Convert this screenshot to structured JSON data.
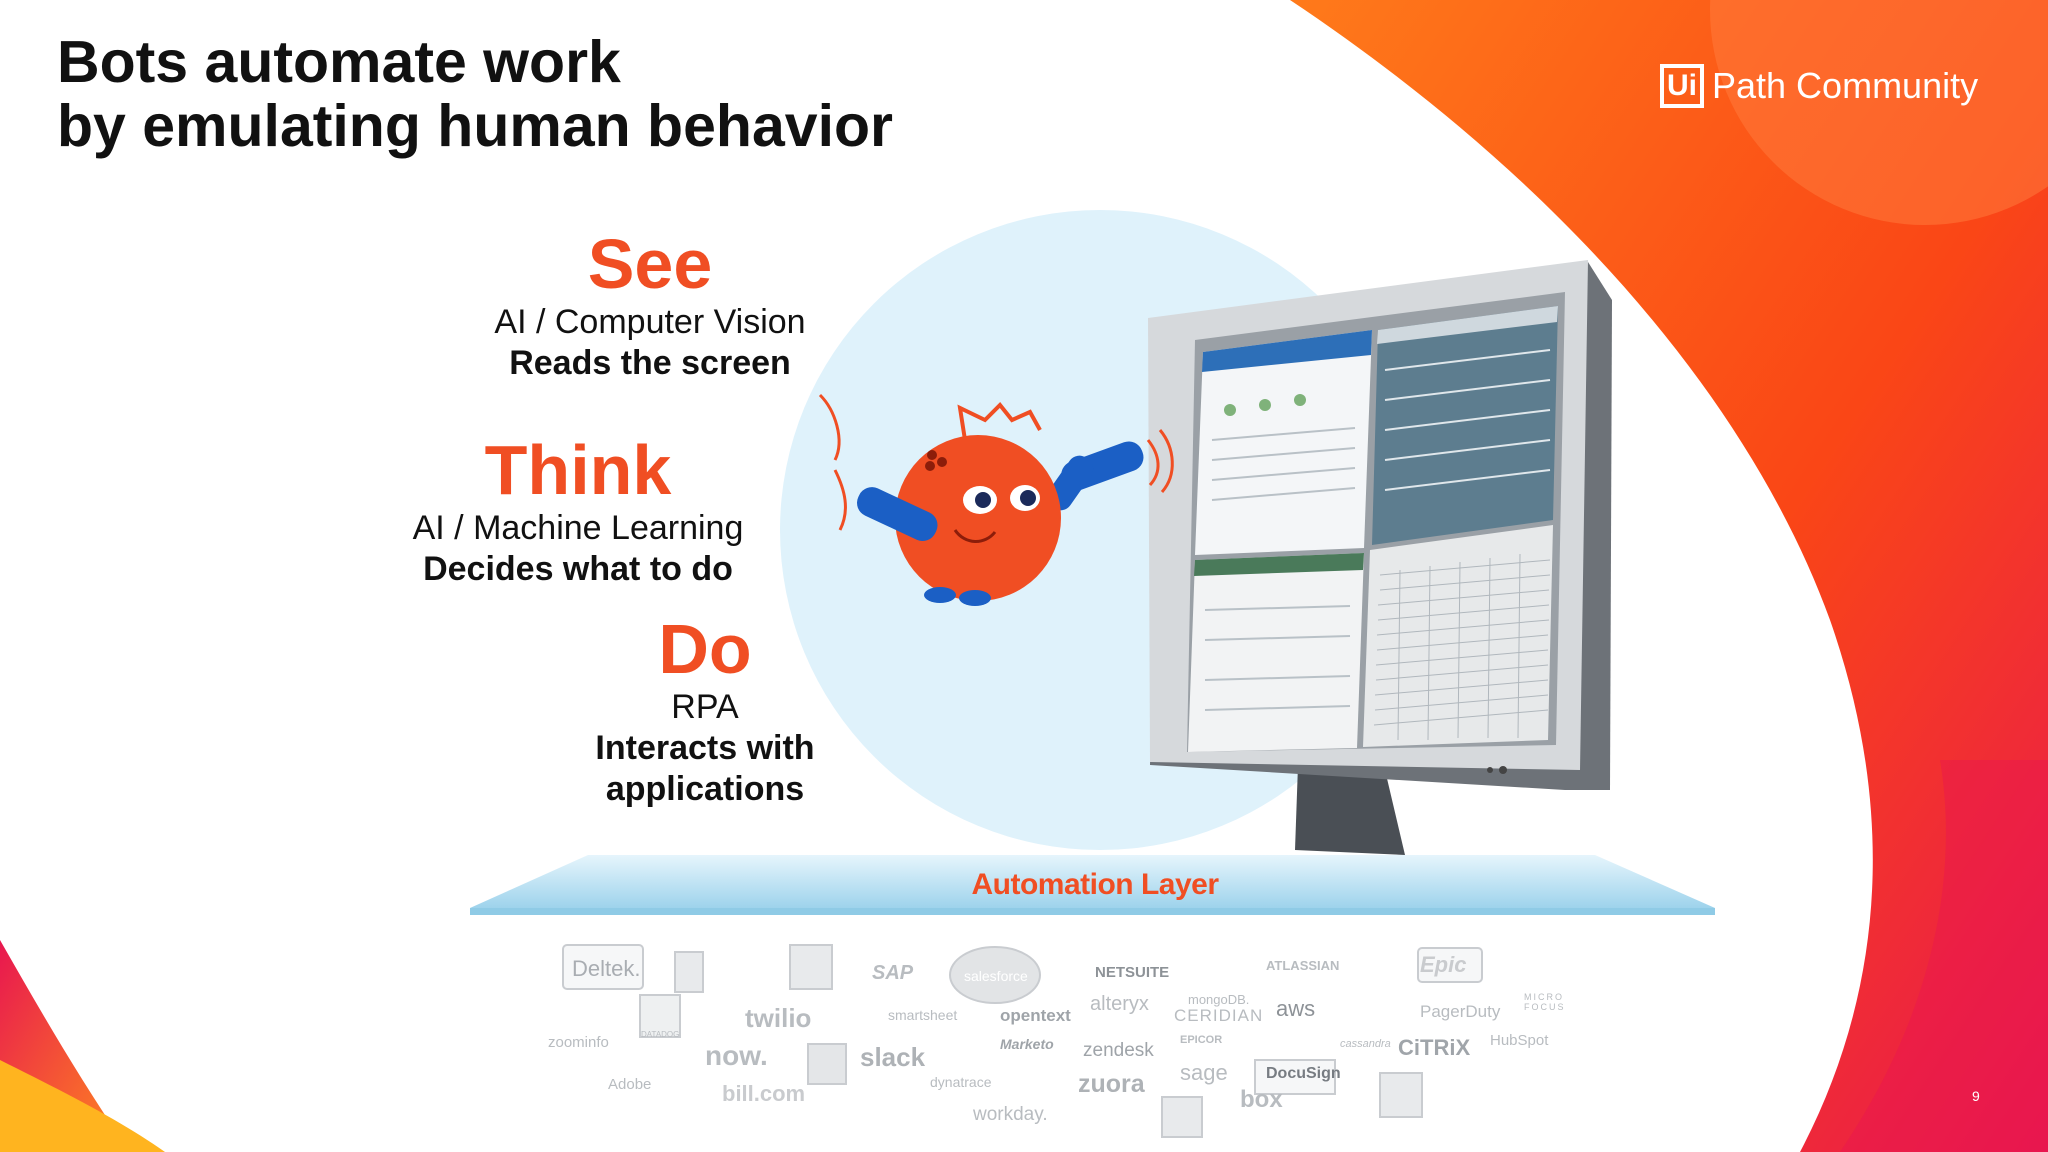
{
  "slide": {
    "title_line1": "Bots automate work",
    "title_line2": "by emulating human behavior",
    "brand_mark": "Ui",
    "brand_text": "Path Community",
    "page_number": "9"
  },
  "steps": {
    "see": {
      "head": "See",
      "sub": "AI / Computer Vision",
      "bold": "Reads the screen"
    },
    "think": {
      "head": "Think",
      "sub": "AI / Machine Learning",
      "bold": "Decides what to do"
    },
    "do": {
      "head": "Do",
      "sub": "RPA",
      "bold1": "Interacts with",
      "bold2": "applications"
    }
  },
  "automation_layer": "Automation Layer",
  "app_logos": {
    "deltek": "Deltek.",
    "zoominfo": "zoominfo",
    "adobe": "Adobe",
    "datadog": "DATADOG",
    "twilio": "twilio",
    "now": "now.",
    "bill": "bill.com",
    "sap": "SAP",
    "smartsheet": "smartsheet",
    "slack": "slack",
    "dynatrace": "dynatrace",
    "salesforce": "salesforce",
    "opentext": "opentext",
    "marketo": "Marketo",
    "workday": "workday.",
    "netsuite": "NETSUITE",
    "alteryx": "alteryx",
    "zendesk": "zendesk",
    "zuora": "zuora",
    "mongodb": "mongoDB.",
    "ceridian": "CERIDIAN",
    "epicor": "EPICOR",
    "sage": "sage",
    "box": "box",
    "atlassian": "ATLASSIAN",
    "aws": "aws",
    "docusign": "DocuSign",
    "cassandra": "cassandra",
    "citrix": "CiTRiX",
    "epic": "Epic",
    "pagerduty": "PagerDuty",
    "hubspot": "HubSpot",
    "microfocus_line1": "MICRO",
    "microfocus_line2": "FOCUS"
  },
  "colors": {
    "accent": "#f04e23",
    "brand_orange": "#fa4616",
    "brand_red": "#e8174f",
    "circle": "#dff2fb",
    "logo_gray": "#b8bcc0"
  }
}
